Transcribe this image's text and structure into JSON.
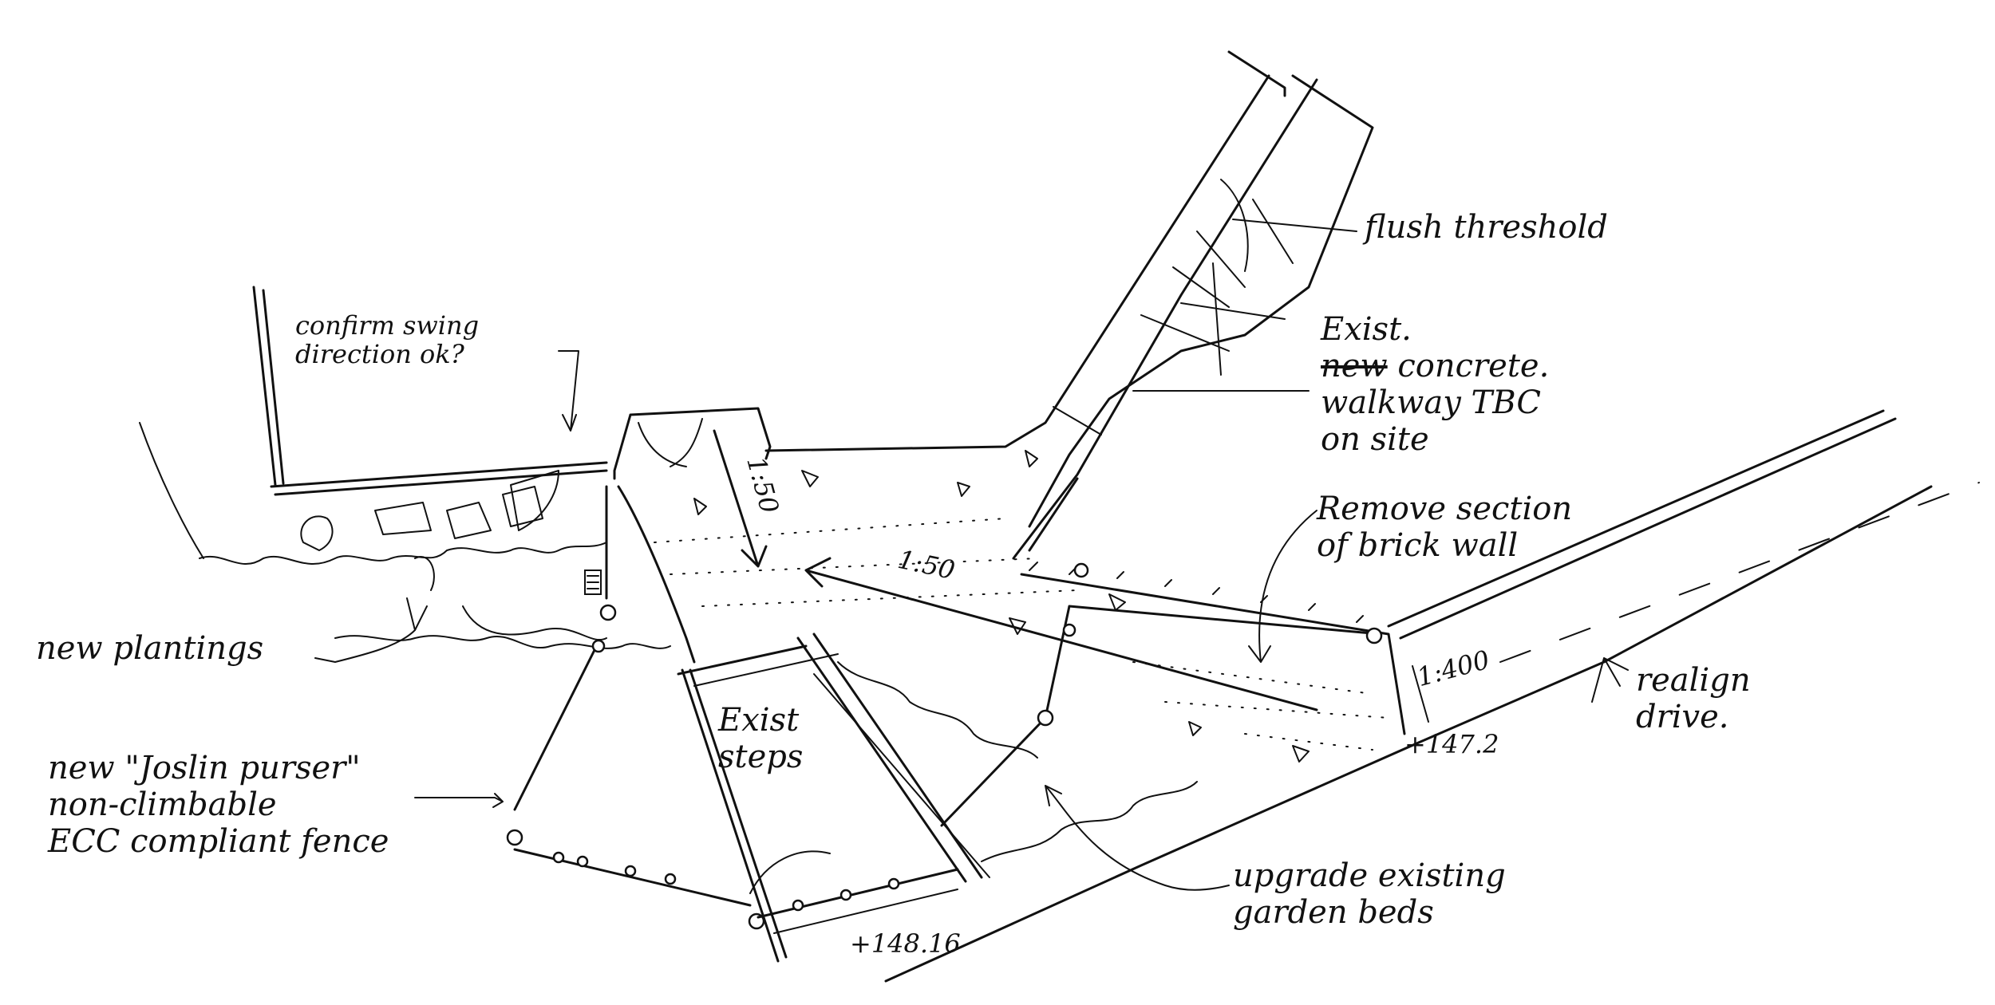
{
  "annotations": {
    "confirm_swing": [
      "confirm swing",
      "direction ok?"
    ],
    "flush_threshold": "flush threshold",
    "walkway": {
      "exist": "Exist.",
      "struck_word": "new",
      "lines": [
        "concrete.",
        "walkway TBC",
        "on site"
      ]
    },
    "remove_wall": [
      "Remove section",
      "of brick wall"
    ],
    "realign_drive": [
      "realign",
      "drive."
    ],
    "new_plantings": "new plantings",
    "fence": [
      "new \"Joslin purser\"",
      "non-climbable",
      "ECC compliant fence"
    ],
    "exist_steps": [
      "Exist",
      "steps"
    ],
    "garden_beds": [
      "upgrade existing",
      "garden beds"
    ]
  },
  "dimensions": {
    "slope_path": "1:50",
    "slope_entry": "1:50",
    "slope_drive": "1:400",
    "level_right": "+147.2",
    "level_bottom": "+148.16"
  }
}
